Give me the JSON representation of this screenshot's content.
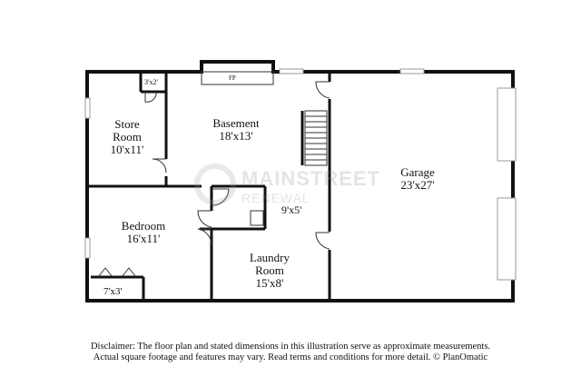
{
  "rooms": {
    "store_room": {
      "name_line1": "Store",
      "name_line2": "Room",
      "size": "10'x11'"
    },
    "basement": {
      "name": "Basement",
      "size": "18'x13'"
    },
    "garage": {
      "name": "Garage",
      "size": "23'x27'"
    },
    "bedroom": {
      "name": "Bedroom",
      "size": "16'x11'"
    },
    "laundry": {
      "name_line1": "Laundry",
      "name_line2": "Room",
      "size": "15'x8'"
    },
    "hall": {
      "size": "9'x5'"
    },
    "closet_small": {
      "size": "3'x2'"
    },
    "closet_bedroom": {
      "size": "7'x3'"
    }
  },
  "fixtures": {
    "fireplace": "FP"
  },
  "watermark": {
    "line1": "MAINSTREET",
    "line2": "RENEWAL"
  },
  "disclaimer": {
    "line1": "Disclaimer: The floor plan and stated dimensions in this illustration serve as approximate measurements.",
    "line2": "Actual square footage and features may vary. Read terms and conditions for more detail. © PlanOmatic"
  },
  "colors": {
    "wall": "#111111",
    "window": "#bbbbbb",
    "door_swing": "#333333"
  }
}
